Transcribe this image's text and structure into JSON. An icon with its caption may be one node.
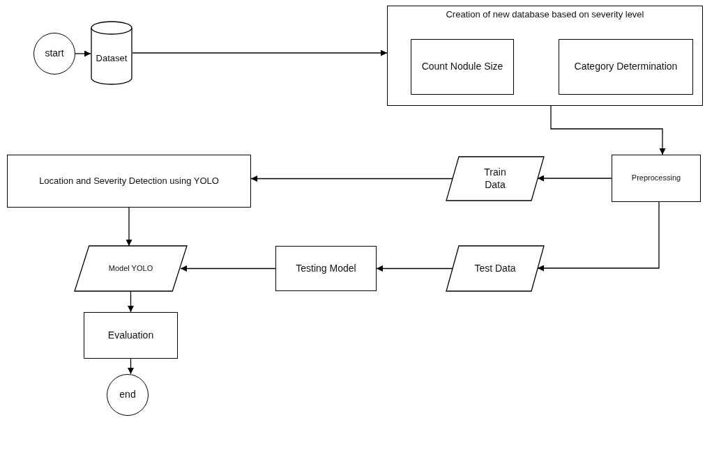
{
  "diagram": {
    "nodes": [
      {
        "text": [
          "start"
        ]
      },
      {
        "text": [
          "Dataset"
        ]
      },
      {
        "text": [
          "Creation of new database based on severity level"
        ]
      },
      {
        "text": [
          "Count Nodule Size"
        ],
        "in": 2
      },
      {
        "text": [
          "Category Determination"
        ],
        "in": 2
      },
      {
        "text": [
          "Location and Severity Detection using YOLO"
        ]
      },
      {
        "text": [
          "Train Data"
        ]
      },
      {
        "text": [
          "Preprocessing"
        ]
      },
      {
        "text": [
          "Model YOLO"
        ]
      },
      {
        "text": [
          "Testing Model"
        ]
      },
      {
        "text": [
          "Test Data"
        ]
      },
      {
        "text": [
          "Evaluation"
        ]
      },
      {
        "text": [
          "end"
        ]
      }
    ],
    "edges": [
      {
        "from": 0,
        "to": 1,
        "arrow": "to"
      },
      {
        "from": 1,
        "to": 2,
        "arrow": "to"
      },
      {
        "from": 2,
        "to": 7,
        "arrow": "to"
      },
      {
        "from": 7,
        "to": 6,
        "arrow": "to"
      },
      {
        "from": 6,
        "to": 5,
        "arrow": "to"
      },
      {
        "from": 7,
        "to": 10,
        "arrow": "to"
      },
      {
        "from": 5,
        "to": 8,
        "arrow": "to"
      },
      {
        "from": 10,
        "to": 9,
        "arrow": "to"
      },
      {
        "from": 9,
        "to": 8,
        "arrow": "to"
      },
      {
        "from": 8,
        "to": 11,
        "arrow": "to"
      },
      {
        "from": 11,
        "to": 12,
        "arrow": "to"
      }
    ]
  }
}
